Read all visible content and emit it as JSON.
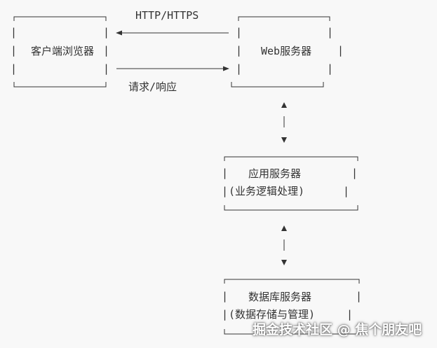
{
  "protocol_label": "HTTP/HTTPS",
  "request_label": "请求/响应",
  "nodes": {
    "client": {
      "label": "客户端浏览器"
    },
    "web": {
      "label": "Web服务器"
    },
    "app": {
      "label": "应用服务器",
      "sublabel": "(业务逻辑处理)"
    },
    "db": {
      "label": "数据库服务器",
      "sublabel": "(数据存储与管理)"
    }
  },
  "watermark": "掘金技术社区 @ 焦个朋友吧",
  "colors": {
    "background": "#f8f8f8",
    "ink": "#333333",
    "watermark": "#ffffff"
  }
}
